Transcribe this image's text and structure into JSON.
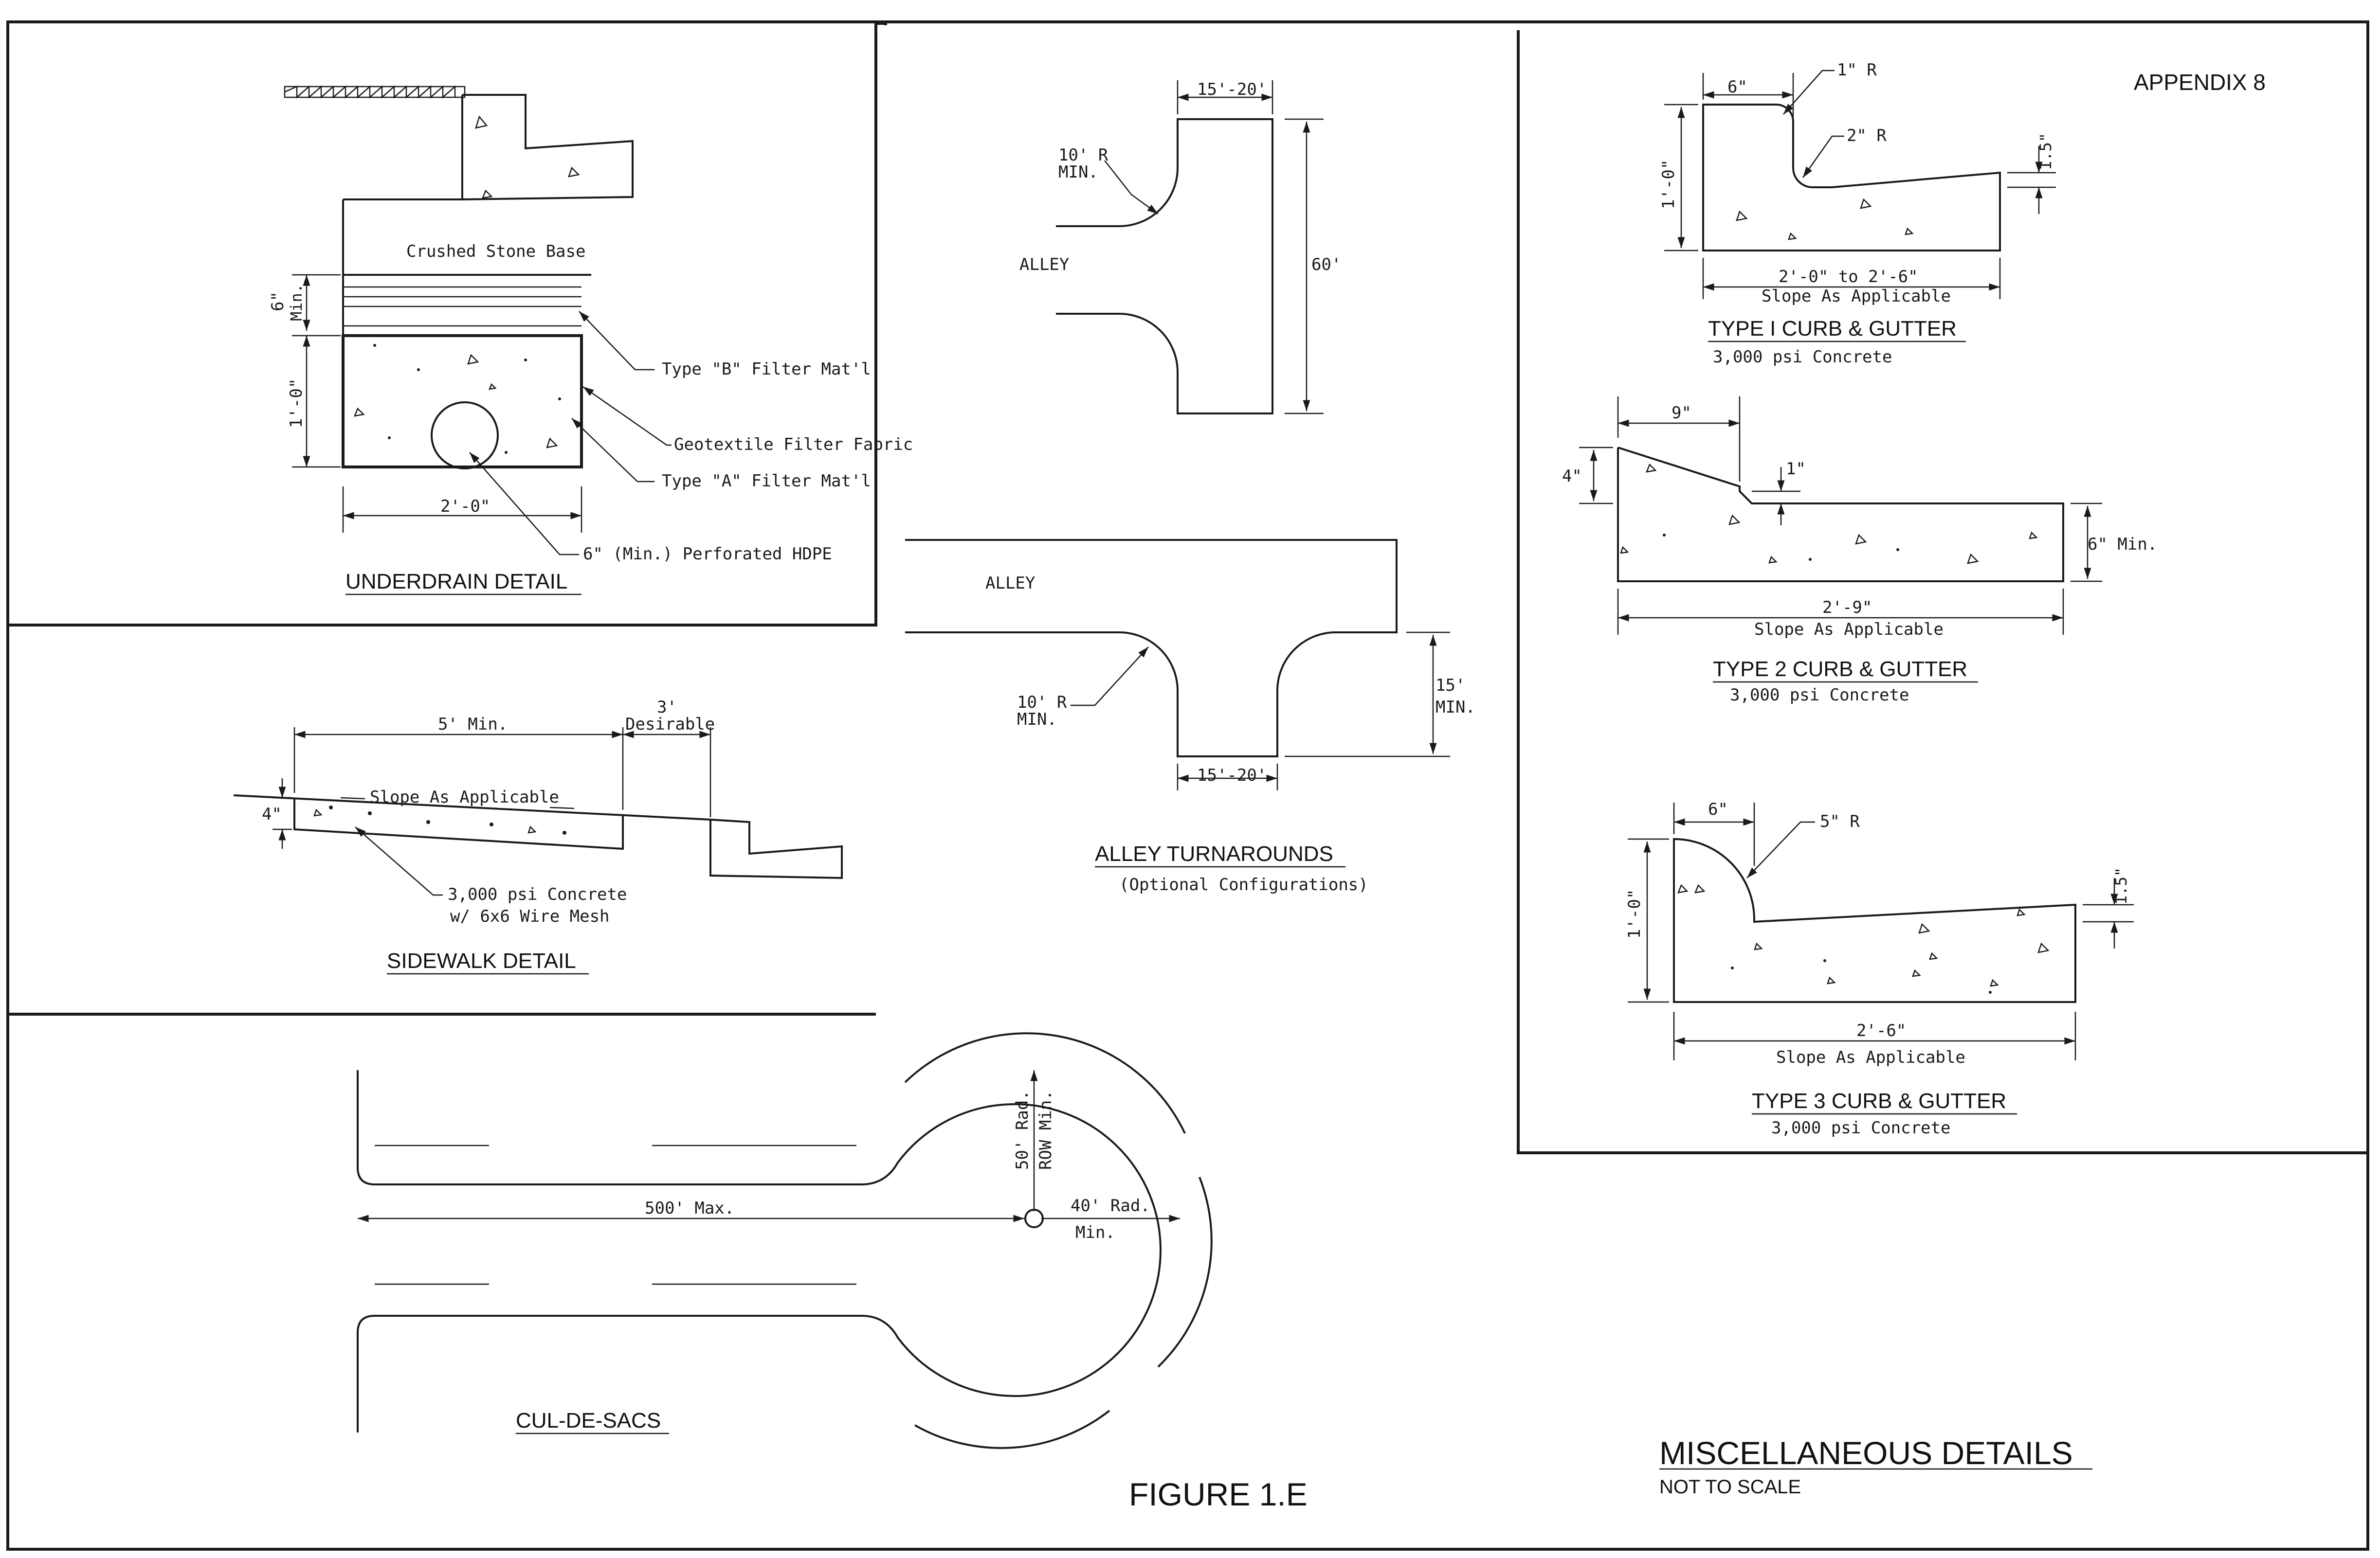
{
  "sheet": {
    "appendix": "APPENDIX 8",
    "figure": "FIGURE 1.E",
    "title": "MISCELLANEOUS DETAILS",
    "subtitle": "NOT TO SCALE"
  },
  "underdrain": {
    "title": "UNDERDRAIN DETAIL",
    "stone_base": "Crushed Stone Base",
    "dim_6_min_a": "6\"",
    "dim_6_min_b": "Min.",
    "dim_1_0": "1'-0\"",
    "dim_2_0": "2'-0\"",
    "type_b": "Type \"B\" Filter Mat'l",
    "geotextile": "Geotextile Filter Fabric",
    "type_a": "Type \"A\" Filter Mat'l",
    "pipe": "6\" (Min.) Perforated HDPE"
  },
  "sidewalk": {
    "title": "SIDEWALK DETAIL",
    "dim_5_min": "5' Min.",
    "dim_3": "3'",
    "desirable": "Desirable",
    "slope": "Slope As Applicable",
    "dim_4": "4\"",
    "concrete": "3,000 psi Concrete",
    "mesh": "w/ 6x6 Wire Mesh"
  },
  "alley": {
    "title": "ALLEY TURNAROUNDS",
    "subtitle": "(Optional Configurations)",
    "top_width": "15'-20'",
    "radius_a": "10' R",
    "radius_b": "MIN.",
    "alley_label": "ALLEY",
    "length_60": "60'",
    "alley_label_2": "ALLEY",
    "radius2_a": "10' R",
    "radius2_b": "MIN.",
    "depth_15": "15'",
    "depth_min": "MIN.",
    "bottom_width": "15'-20'"
  },
  "curb1": {
    "title": "TYPE I CURB & GUTTER",
    "concrete": "3,000 psi Concrete",
    "dim_6": "6\"",
    "r1": "1\" R",
    "r2": "2\" R",
    "dim_1_0": "1'-0\"",
    "dim_15": "1.5\"",
    "width": "2'-0\" to 2'-6\"",
    "slope": "Slope As Applicable"
  },
  "curb2": {
    "title": "TYPE 2 CURB & GUTTER",
    "concrete": "3,000 psi Concrete",
    "dim_9": "9\"",
    "dim_4": "4\"",
    "dim_1": "1\"",
    "dim_6_min": "6\" Min.",
    "width": "2'-9\"",
    "slope": "Slope As Applicable"
  },
  "curb3": {
    "title": "TYPE 3 CURB & GUTTER",
    "concrete": "3,000 psi Concrete",
    "dim_6": "6\"",
    "r5": "5\" R",
    "dim_1_0": "1'-0\"",
    "dim_15": "1.5\"",
    "width": "2'-6\"",
    "slope": "Slope As Applicable"
  },
  "culdesac": {
    "title": "CUL-DE-SACS",
    "length": "500' Max.",
    "row_a": "50' Rad.",
    "row_b": "ROW Min.",
    "rad_a": "40' Rad.",
    "rad_b": "Min."
  }
}
